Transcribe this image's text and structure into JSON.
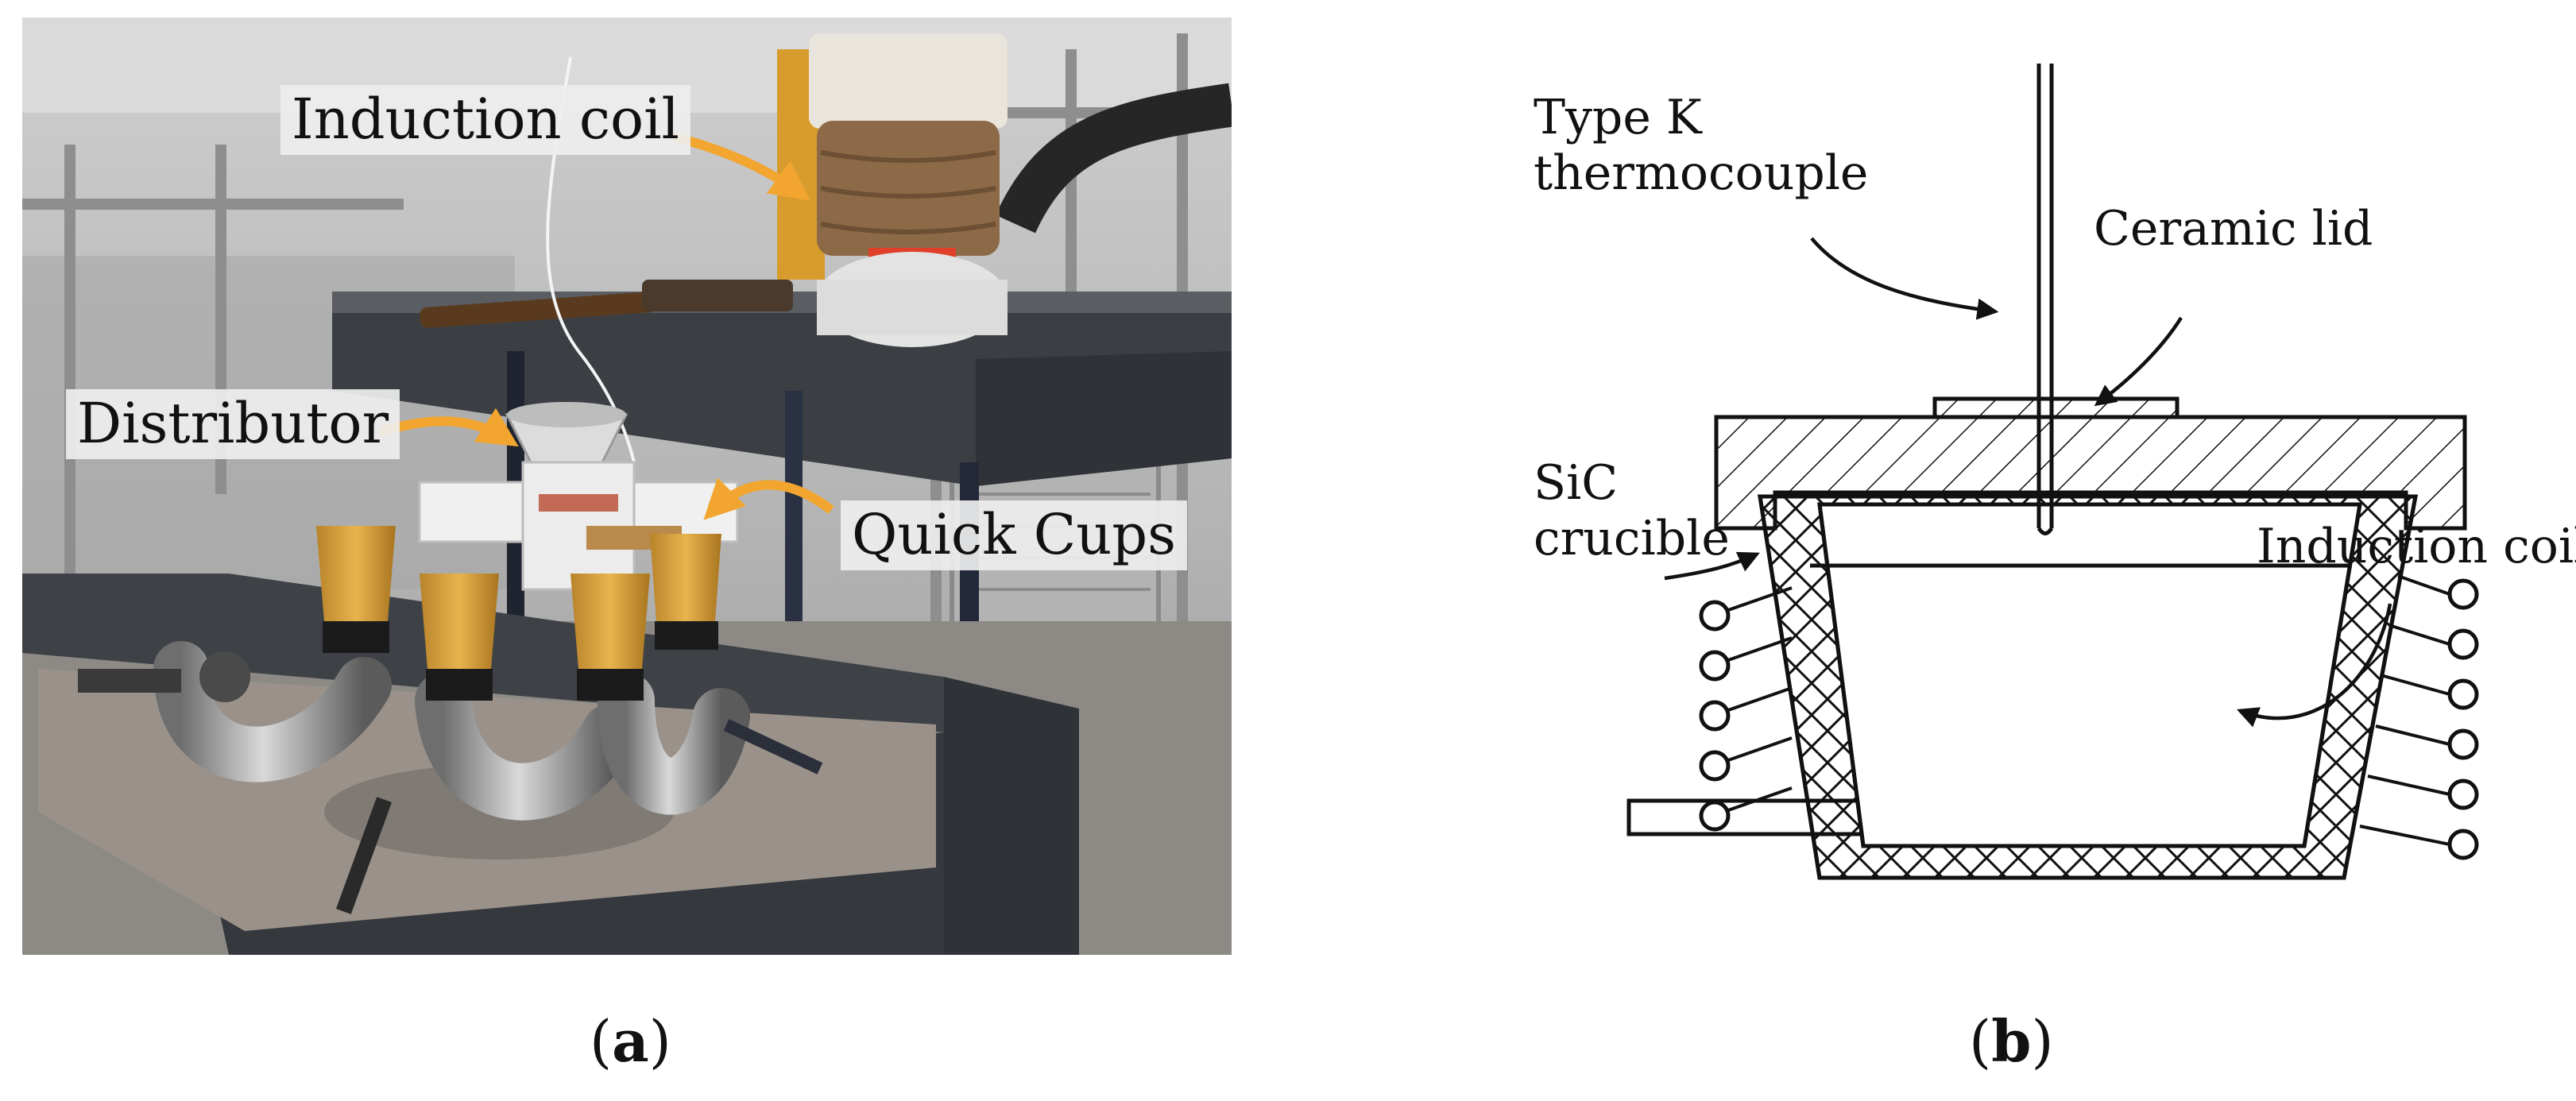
{
  "panel_a": {
    "callouts": {
      "induction_coil": "Induction coil",
      "distributor": "Distributor",
      "quick_cups": "Quick Cups"
    },
    "caption": {
      "open": "(",
      "letter": "a",
      "close": ")"
    },
    "colors": {
      "arrow": "#f2a630",
      "cup": "#d9a23a",
      "frame": "#3a3f45"
    }
  },
  "panel_b": {
    "labels": {
      "thermocouple_line1": "Type K",
      "thermocouple_line2": "thermocouple",
      "ceramic_lid": "Ceramic lid",
      "sic_line1": "SiC",
      "sic_line2": "crucible",
      "induction_coil": "Induction coil"
    },
    "caption": {
      "open": "(",
      "letter": "b",
      "close": ")"
    }
  }
}
